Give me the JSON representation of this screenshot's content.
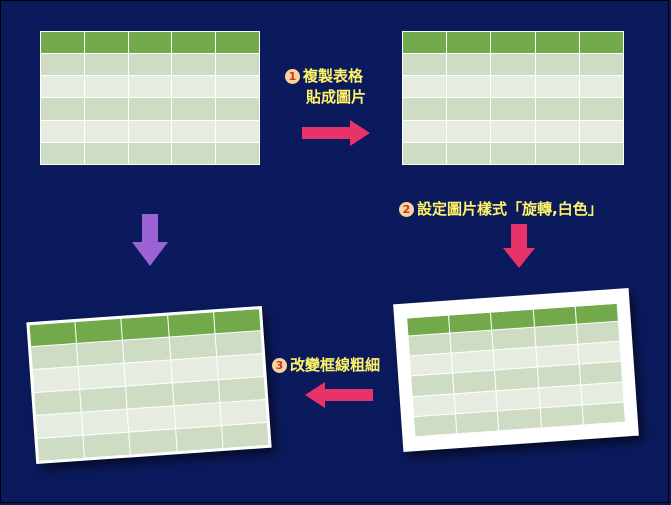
{
  "steps": [
    {
      "number": "1",
      "line1": "複製表格",
      "line2": "貼成圖片"
    },
    {
      "number": "2",
      "text": "設定圖片樣式「旋轉,白色」"
    },
    {
      "number": "3",
      "text": "改變框線粗細"
    }
  ],
  "colors": {
    "background": "#0b1a5c",
    "table_header": "#72a94b",
    "table_row_dark": "#cfdcc4",
    "table_row_light": "#e6ede0",
    "arrow_pink": "#e8336a",
    "arrow_purple": "#9b62d3",
    "step_text": "#fff36a"
  },
  "tables": {
    "columns": 5,
    "body_rows": 5
  }
}
